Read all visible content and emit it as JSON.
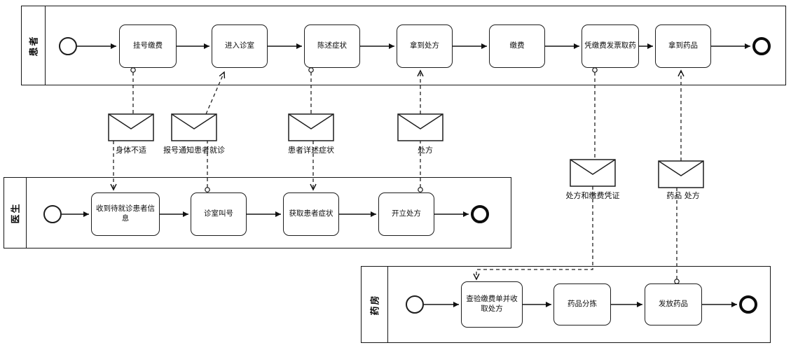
{
  "lanes": {
    "patient": {
      "label": "患者"
    },
    "doctor": {
      "label": "医生"
    },
    "pharmacy": {
      "label": "药房"
    }
  },
  "tasks": {
    "patient": [
      "挂号缴费",
      "进入诊室",
      "陈述症状",
      "拿到处方",
      "缴费",
      "凭缴费发票取药",
      "拿到药品"
    ],
    "doctor": [
      "收到待就诊患者信息",
      "诊室叫号",
      "获取患者症状",
      "开立处方"
    ],
    "pharmacy": [
      "查验缴费单并收取处方",
      "药品分拣",
      "发放药品"
    ]
  },
  "messages": [
    "身体不适",
    "报号通知患者就诊",
    "患者详述症状",
    "处方",
    "处方和缴费凭证",
    "药品  处方"
  ]
}
